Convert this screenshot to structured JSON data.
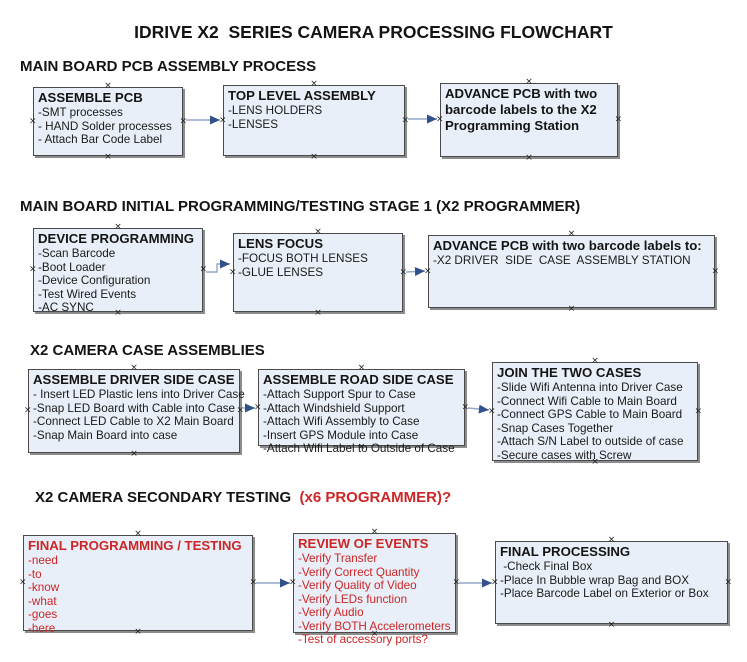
{
  "title": "IDRIVE X2  SERIES CAMERA PROCESSING FLOWCHART",
  "handle_glyph": "×",
  "colors": {
    "box_fill": "#e9eff8",
    "box_border": "#4a4a4a",
    "box_shadow": "#8c8c8c",
    "text_black": "#141414",
    "text_red": "#cc2626",
    "connector_line": "#93a9c9",
    "connector_arrow": "#31508c"
  },
  "sections": [
    {
      "header": "MAIN BOARD PCB ASSEMBLY PROCESS",
      "boxes": [
        {
          "title": "ASSEMBLE PCB",
          "items": [
            "-SMT processes",
            "- HAND Solder processes",
            "- Attach Bar Code Label"
          ]
        },
        {
          "title": "TOP LEVEL ASSEMBLY",
          "items": [
            "-LENS HOLDERS",
            "-LENSES"
          ]
        },
        {
          "title": "ADVANCE PCB with two barcode labels to the  X2 Programming Station",
          "items": []
        }
      ]
    },
    {
      "header": "MAIN BOARD INITIAL PROGRAMMING/TESTING STAGE 1 (X2 PROGRAMMER)",
      "boxes": [
        {
          "title": "DEVICE PROGRAMMING",
          "items": [
            "-Scan Barcode",
            "-Boot Loader",
            "-Device Configuration",
            "-Test Wired Events",
            "-AC SYNC"
          ]
        },
        {
          "title": "LENS FOCUS",
          "items": [
            "-FOCUS BOTH LENSES",
            "-GLUE LENSES"
          ]
        },
        {
          "title": "ADVANCE PCB with two barcode labels to:",
          "items": [
            "-X2 DRIVER  SIDE  CASE  ASSEMBLY STATION"
          ]
        }
      ]
    },
    {
      "header": "X2 CAMERA CASE ASSEMBLIES",
      "boxes": [
        {
          "title": "ASSEMBLE DRIVER SIDE CASE",
          "items": [
            "- Insert LED Plastic lens into Driver Case",
            "-Snap LED Board with Cable into Case",
            "-Connect LED Cable to X2 Main Board",
            "-Snap Main Board into case"
          ]
        },
        {
          "title": "ASSEMBLE ROAD SIDE CASE",
          "items": [
            "-Attach Support Spur to Case",
            "-Attach Windshield Support",
            "-Attach Wifi Assembly to Case",
            "-Insert GPS Module into Case",
            "-Attach Wifi Label to Outside of Case"
          ]
        },
        {
          "title": "JOIN THE TWO CASES",
          "items": [
            "-Slide Wifi Antenna into Driver Case",
            "-Connect Wifi Cable to Main Board",
            "-Connect GPS Cable to Main Board",
            "-Snap Cases Together",
            "-Attach S/N Label to outside of case",
            "-Secure cases with Screw"
          ]
        }
      ]
    },
    {
      "header_black": "X2 CAMERA SECONDARY TESTING",
      "header_red": "  (x6 PROGRAMMER)?",
      "boxes": [
        {
          "title": "FINAL PROGRAMMING / TESTING",
          "items": [
            "-need",
            "-to",
            "-know",
            "-what",
            "-goes",
            "-here"
          ]
        },
        {
          "title": "REVIEW OF EVENTS",
          "items": [
            "-Verify Transfer",
            "-Verify Correct Quantity",
            "-Verify Quality of Video",
            "-Verify LEDs function",
            "-Verify Audio",
            "-Verify BOTH Accelerometers",
            "-Test of accessory ports?"
          ]
        },
        {
          "title": "FINAL PROCESSING",
          "items": [
            " -Check Final Box",
            "-Place In Bubble wrap Bag and BOX",
            "-Place Barcode Label on Exterior or Box"
          ]
        }
      ]
    }
  ]
}
